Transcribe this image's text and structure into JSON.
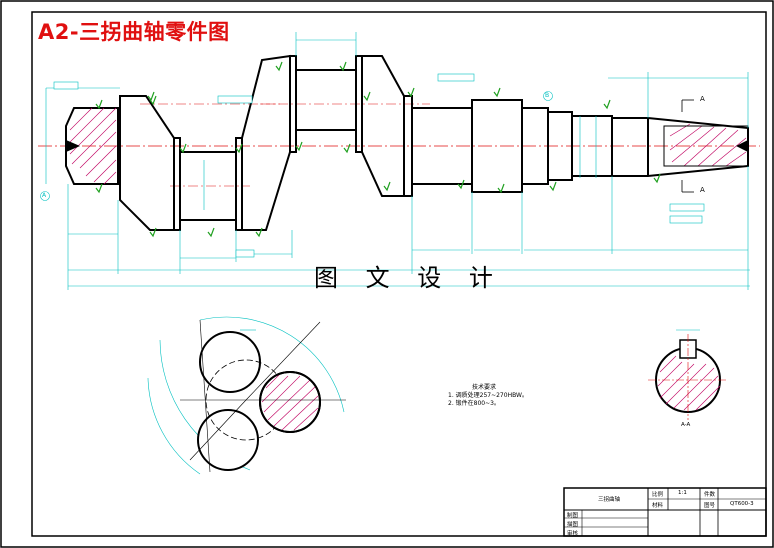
{
  "title": "A2-三拐曲轴零件图",
  "watermark": "图 文 设 计",
  "notes": {
    "heading": "技术要求",
    "items": [
      "1. 调质处理257~270HBW。",
      "2. 锻件在800~3。"
    ]
  },
  "section_label": "A-A",
  "section_marks": [
    "A",
    "A"
  ],
  "datum_labels": [
    "A",
    "B"
  ],
  "title_block": {
    "part_name": "三拐曲轴",
    "scale_label": "比例",
    "scale_value": "1:1",
    "drawing_no_label": "图号",
    "drawing_no": "QT600-3",
    "count_label": "件数",
    "material_label": "材料",
    "rows": [
      "制图",
      "描图",
      "审核"
    ]
  },
  "colors": {
    "outline": "#000000",
    "dim": "#00c0c0",
    "center": "#e01010",
    "hatch": "#c00060",
    "title": "#e01010",
    "rough": "#20a020"
  }
}
